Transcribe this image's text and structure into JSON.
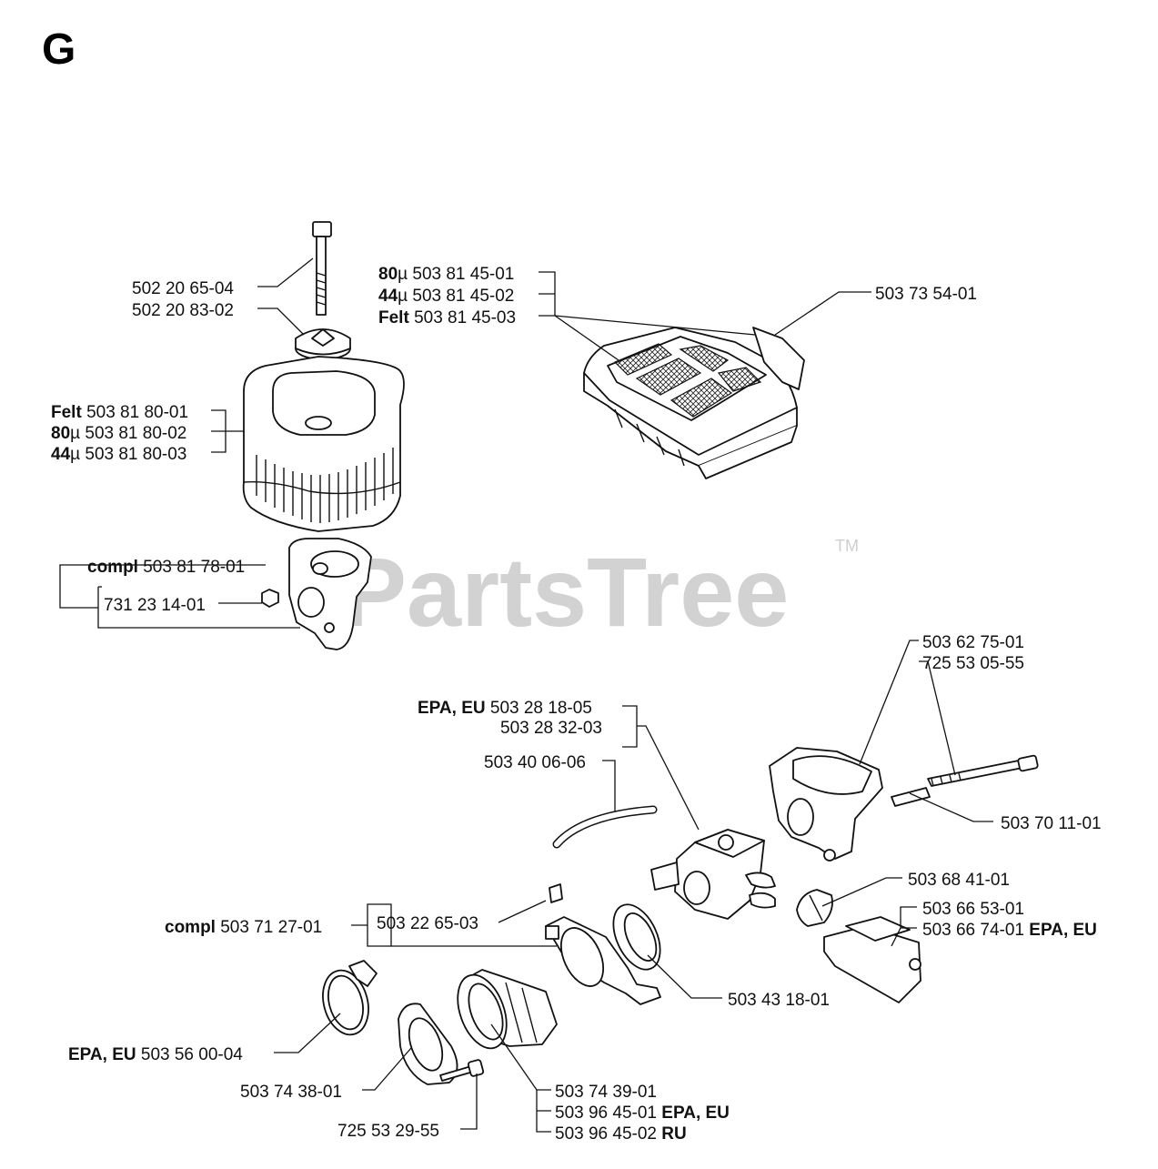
{
  "page": {
    "section_letter": "G",
    "watermark": "PartsTree",
    "watermark_tm": "TM"
  },
  "callouts": {
    "screw_bolt": "502 20 65-04",
    "nut_bracket": "502 20 83-02",
    "filter_top_80": {
      "prefix": "80",
      "unit": "µ",
      "part": "503 81 45-01"
    },
    "filter_top_44": {
      "prefix": "44",
      "unit": "µ",
      "part": "503 81 45-02"
    },
    "filter_top_felt": {
      "prefix": "Felt",
      "part": "503 81 45-03"
    },
    "cover_part": "503 73 54-01",
    "filter_felt": {
      "prefix": "Felt",
      "part": "503 81 80-01"
    },
    "filter_80": {
      "prefix": "80",
      "unit": "µ",
      "part": "503 81 80-02"
    },
    "filter_44": {
      "prefix": "44",
      "unit": "µ",
      "part": "503 81 80-03"
    },
    "bracket_compl": {
      "prefix": "compl",
      "part": "503 81 78-01"
    },
    "bracket_nut": "731 23 14-01",
    "holder_part": "503 62 75-01",
    "holder_stud": "725 53 05-55",
    "carb_epa": {
      "prefix": "EPA, EU",
      "part": "503 28 18-05"
    },
    "carb_std": "503 28 32-03",
    "fuel_hose": "503 40 06-06",
    "tube_pin": "503 70 11-01",
    "choke_knob": "503 68 41-01",
    "lever_a": "503 66 53-01",
    "lever_b": {
      "part": "503 66 74-01",
      "suffix": "EPA, EU"
    },
    "flange_compl": {
      "prefix": "compl",
      "part": "503 71 27-01"
    },
    "flange_nut": "503 22 65-03",
    "gasket_ring": "503 43 18-01",
    "clamp": {
      "prefix": "EPA, EU",
      "part": "503 56 00-04"
    },
    "plate": "503 74 38-01",
    "screw": "725 53 29-55",
    "intake_a": "503 74 39-01",
    "intake_b": {
      "part": "503 96 45-01",
      "suffix": "EPA, EU"
    },
    "intake_c": {
      "part": "503 96 45-02",
      "suffix": "RU"
    }
  }
}
